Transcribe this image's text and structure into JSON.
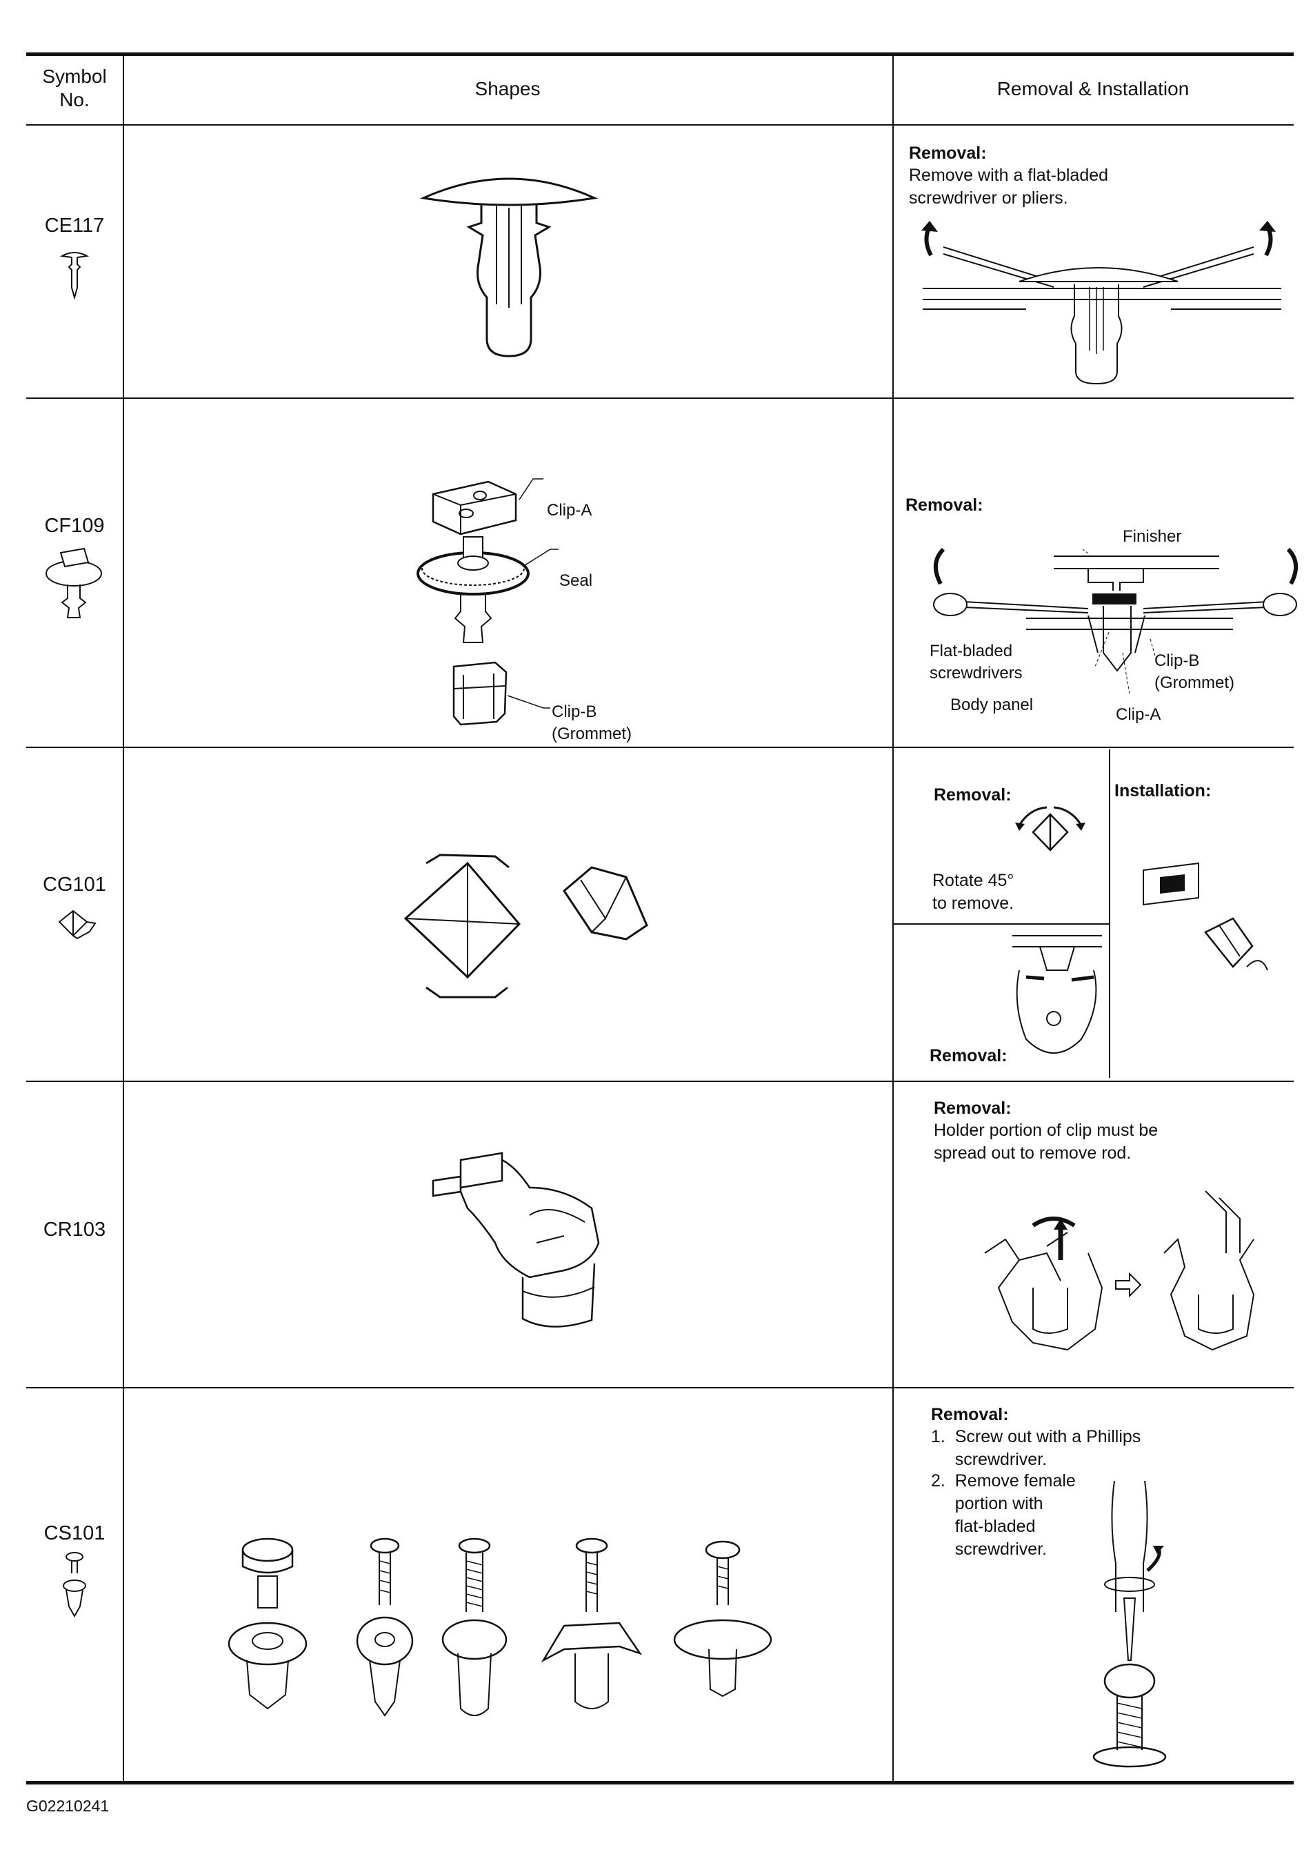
{
  "header": {
    "symbol_no": "Symbol\nNo.",
    "shapes": "Shapes",
    "removal_installation": "Removal & Installation"
  },
  "rows": [
    {
      "code": "CE117",
      "removal_title": "Removal:",
      "removal_text": "Remove with a flat-bladed\nscrewdriver or pliers."
    },
    {
      "code": "CF109",
      "shape_labels": [
        "Clip-A",
        "Seal",
        "Clip-B\n(Grommet)"
      ],
      "removal_title": "Removal:",
      "removal_labels": [
        "Finisher",
        "Flat-bladed\nscrewdrivers",
        "Clip-B\n(Grommet)",
        "Body panel",
        "Clip-A"
      ]
    },
    {
      "code": "CG101",
      "removal_title": "Removal:",
      "installation_title": "Installation:",
      "rotate_text": "Rotate 45°\nto remove.",
      "removal_title_2": "Removal:"
    },
    {
      "code": "CR103",
      "removal_title": "Removal:",
      "removal_text": "Holder portion of clip must be\nspread out to remove rod."
    },
    {
      "code": "CS101",
      "removal_title": "Removal:",
      "step_1": "1.  Screw out with a Phillips\n     screwdriver.",
      "step_2": "2.  Remove female\n     portion with\n     flat-bladed\n     screwdriver."
    }
  ],
  "figure_id": "G02210241"
}
